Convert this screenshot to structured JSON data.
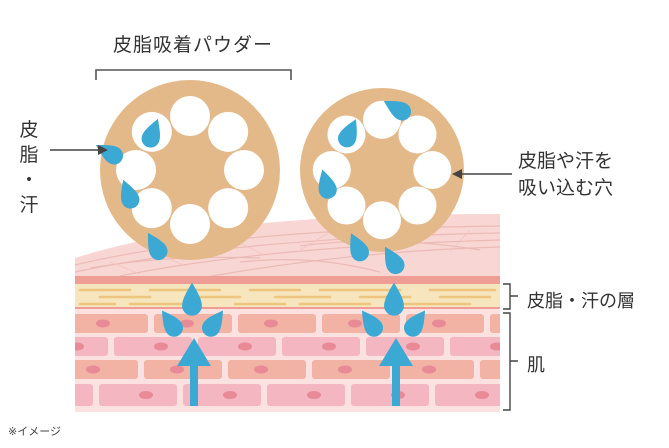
{
  "labels": {
    "title": "皮脂吸着パウダー",
    "sebum_lines": [
      "皮",
      "脂",
      "・",
      "汗"
    ],
    "pores_line1": "皮脂や汗を",
    "pores_line2": "吸い込む穴",
    "layer": "皮脂・汗の層",
    "skin": "肌",
    "note": "※イメージ"
  },
  "colors": {
    "powder": "#e3b98a",
    "drop": "#3ba9d3",
    "skin_pink": "#f5c8c4",
    "sebum_yellow": "#f6e3b0",
    "cell_salmon": "#f2b3a4",
    "cell_pink": "#f4b6c0",
    "nucleus": "#e98a97",
    "bracket": "#555555"
  },
  "icons": [
    "water-drop-icon",
    "arrow-up-icon",
    "arrow-pointer-icon",
    "bracket-icon"
  ]
}
